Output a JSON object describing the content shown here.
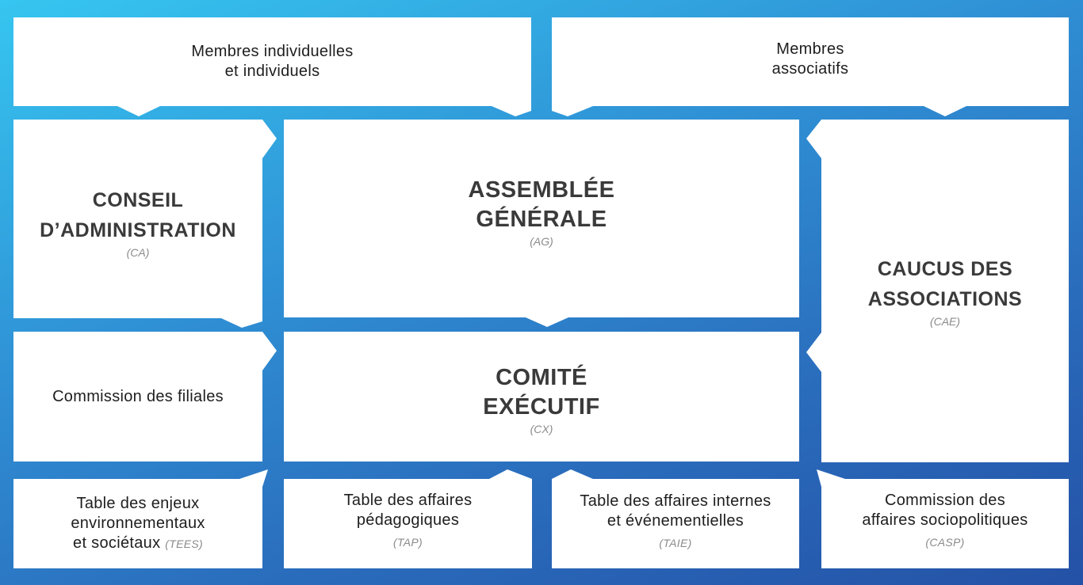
{
  "top": {
    "individual": {
      "line1": "Membres individuelles",
      "line2": "et individuels"
    },
    "associative": {
      "line1": "Membres",
      "line2": "associatifs"
    }
  },
  "ca": {
    "line1": "CONSEIL",
    "line2": "D’ADMINISTRATION",
    "abbr": "(CA)"
  },
  "ag": {
    "line1": "ASSEMBLÉE",
    "line2": "GÉNÉRALE",
    "abbr": "(AG)"
  },
  "cae": {
    "line1": "CAUCUS DES",
    "line2": "ASSOCIATIONS",
    "abbr": "(CAE)"
  },
  "filiales": {
    "label": "Commission des filiales"
  },
  "cx": {
    "line1": "COMITÉ",
    "line2": "EXÉCUTIF",
    "abbr": "(CX)"
  },
  "bottom": {
    "tees": {
      "line1": "Table des enjeux",
      "line2": "environnementaux",
      "line3": "et sociétaux",
      "abbr": "(TEES)"
    },
    "tap": {
      "line1": "Table des affaires",
      "line2": "pédagogiques",
      "abbr": "(TAP)"
    },
    "taie": {
      "line1": "Table des affaires internes",
      "line2": "et événementielles",
      "abbr": "(TAIE)"
    },
    "casp": {
      "line1": "Commission des",
      "line2": "affaires sociopolitiques",
      "abbr": "(CASP)"
    }
  },
  "colors": {
    "gradient_start": "#36c6f0",
    "gradient_end": "#2451a6",
    "box": "#ffffff",
    "title_text": "#3a3a3a"
  }
}
